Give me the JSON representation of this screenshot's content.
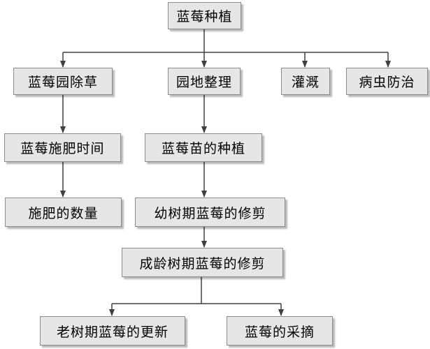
{
  "colors": {
    "box_fill": "#e6e6e6",
    "box_border": "#8c8c8c",
    "connector": "#404040",
    "text": "#000000"
  },
  "nodes": {
    "root": "蓝莓种植",
    "weeding": "蓝莓园除草",
    "land_prep": "园地整理",
    "irrigation": "灌溉",
    "pest_control": "病虫防治",
    "fertilize_time": "蓝莓施肥时间",
    "seedling_planting": "蓝莓苗的种植",
    "fertilizer_amount": "施肥的数量",
    "young_pruning": "幼树期蓝莓的修剪",
    "mature_pruning": "成龄树期蓝莓的修剪",
    "old_renewal": "老树期蓝莓的更新",
    "harvest": "蓝莓的采摘"
  }
}
